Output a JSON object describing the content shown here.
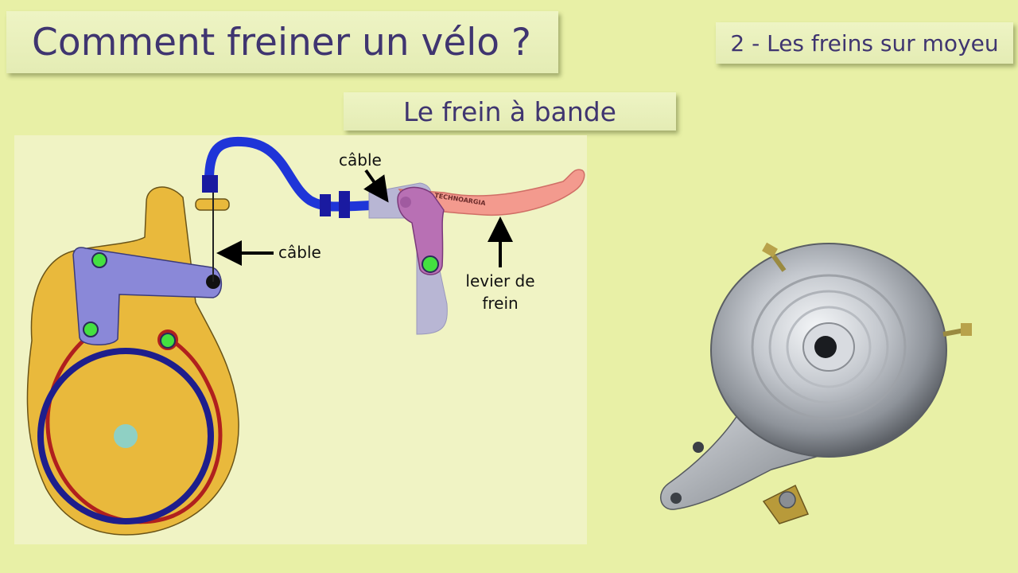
{
  "header": {
    "title": "Comment freiner un vélo ?",
    "chapter": "2 - Les freins sur moyeu",
    "subtitle": "Le frein à bande"
  },
  "diagram": {
    "label_cable_left": "câble",
    "label_cable_top": "câble",
    "label_lever_line1": "levier de",
    "label_lever_line2": "frein",
    "lever_brand": "TECHNOARGIA"
  },
  "colors": {
    "background": "#e8f0a6",
    "banner_text": "#3f3570",
    "hub_body": "#e9b93c",
    "arm": "#8a88d8",
    "drum_ring": "#1e1e8c",
    "band": "#b0201e",
    "cable_housing": "#1f35d8",
    "lever": "#f39a8e",
    "pivot": "#44e040"
  }
}
